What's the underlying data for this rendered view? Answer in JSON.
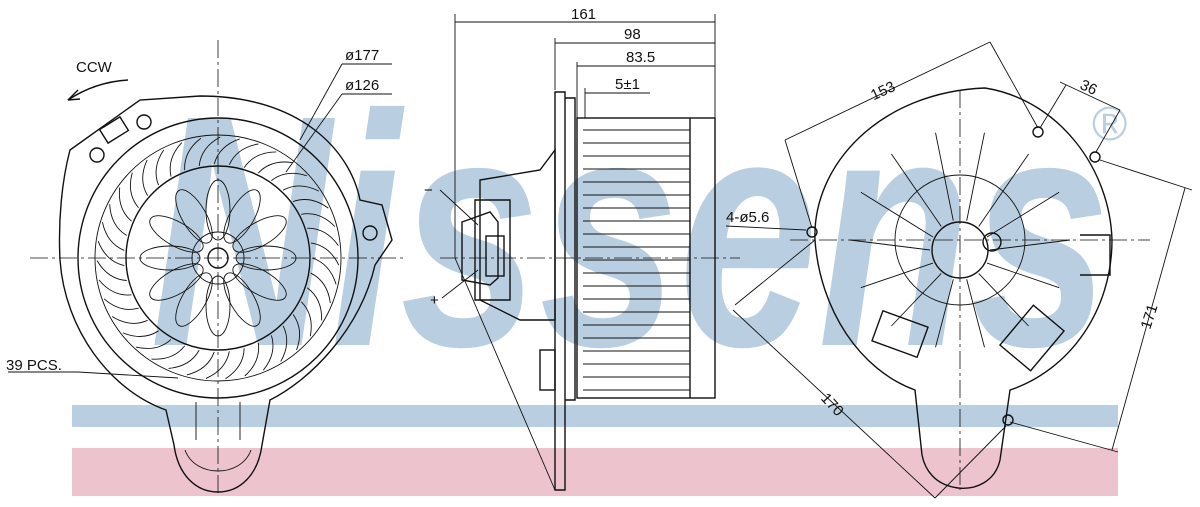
{
  "drawing": {
    "watermark": "Nissens",
    "registered_mark": "®",
    "rotation_label": "CCW",
    "front_view": {
      "outer_diameter_label": "ø177",
      "inner_diameter_label": "ø126",
      "blade_count_label": "39 PCS.",
      "blade_count": 39
    },
    "side_view": {
      "overall_length_label": "161",
      "wheel_length_label": "98",
      "blade_length_label": "83.5",
      "offset_label": "5±1",
      "negative_terminal": "−",
      "positive_terminal": "+"
    },
    "back_view": {
      "width_label": "153",
      "tab_label": "36",
      "holes_label": "4-ø5.6",
      "height_label": "171",
      "diagonal_label": "170"
    }
  },
  "colors": {
    "watermark_blue": "#b9cfe1",
    "band_blue": "#b9cfe1",
    "band_pink": "#edc4cd",
    "line": "#111111"
  }
}
